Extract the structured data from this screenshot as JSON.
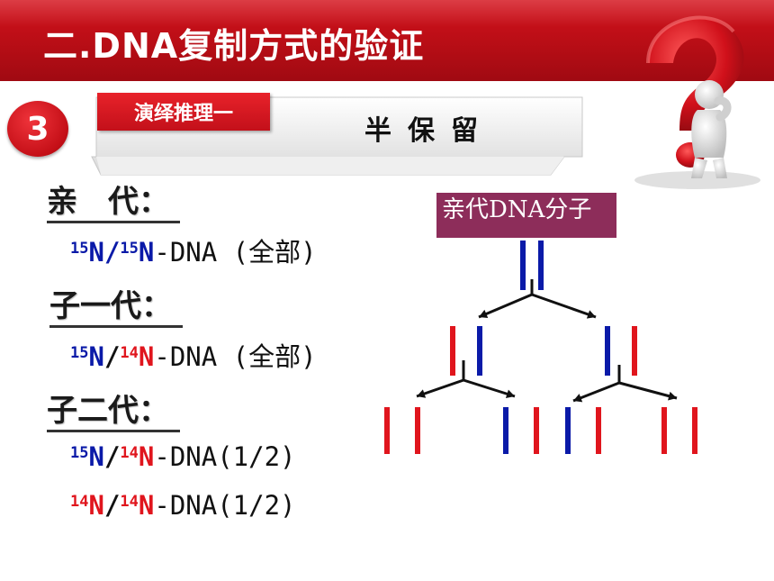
{
  "header": {
    "title": "二.DNA复制方式的验证"
  },
  "section": {
    "number": "3",
    "tag": "演绎推理一",
    "banner_text": "半保留"
  },
  "generations": [
    {
      "label": "亲　代：",
      "a_mass": "15",
      "a_sym": "N",
      "sep": "/",
      "b_mass": "15",
      "b_sym": "N",
      "suffix": "-DNA (全部)"
    },
    {
      "label": "子一代：",
      "a_mass": "15",
      "a_sym": "N",
      "sep": "/",
      "b_mass": "14",
      "b_sym": "N",
      "suffix": "-DNA (全部)"
    },
    {
      "label": "子二代：",
      "rows": [
        {
          "a_mass": "15",
          "a_sym": "N",
          "sep": "/",
          "b_mass": "14",
          "b_sym": "N",
          "suffix": "-DNA(1/2)"
        },
        {
          "a_mass": "14",
          "a_sym": "N",
          "sep": "/",
          "b_mass": "14",
          "b_sym": "N",
          "suffix": "-DNA(1/2)"
        }
      ]
    }
  ],
  "diagram": {
    "parent_label": "亲代DNA分子",
    "colors": {
      "heavy": "#0a1aa8",
      "light": "#e0151d",
      "arrow": "#111111"
    },
    "strands": {
      "parent": [
        "heavy",
        "heavy"
      ],
      "gen1": [
        [
          "light",
          "heavy"
        ],
        [
          "heavy",
          "light"
        ]
      ],
      "gen2": [
        [
          "light",
          "light"
        ],
        [
          "heavy",
          "light"
        ],
        [
          "heavy",
          "light"
        ],
        [
          "light",
          "light"
        ]
      ]
    }
  }
}
